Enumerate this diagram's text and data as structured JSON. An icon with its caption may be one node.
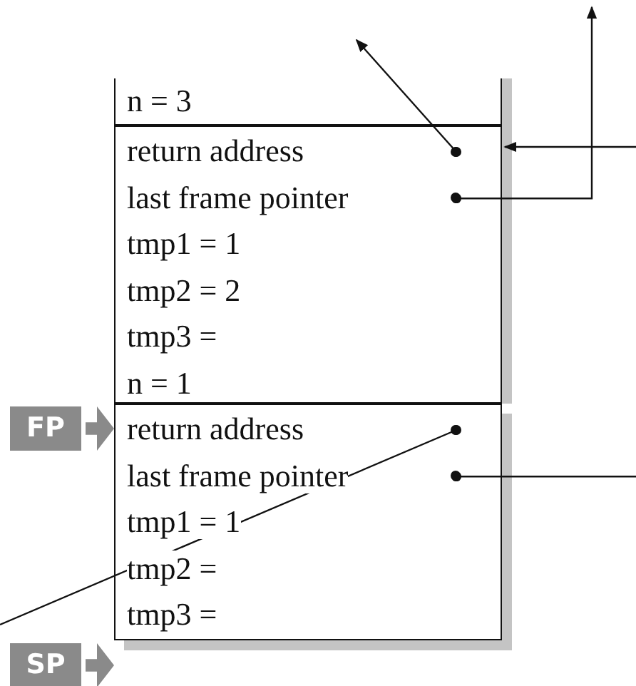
{
  "diagram": {
    "nodes": [
      {
        "text": [
          "n = 3"
        ]
      },
      {
        "text": [],
        "shape": "box"
      },
      {
        "text": [
          "return address"
        ],
        "in": 1
      },
      {
        "text": [
          "last frame pointer"
        ],
        "in": 1
      },
      {
        "text": [
          "tmp1 = 1"
        ],
        "in": 1
      },
      {
        "text": [
          "tmp2 = 2"
        ],
        "in": 1
      },
      {
        "text": [
          "tmp3 ="
        ],
        "in": 1
      },
      {
        "text": [
          "n = 1"
        ],
        "in": 1
      },
      {
        "text": [],
        "shape": "box"
      },
      {
        "text": [
          "return address"
        ],
        "in": 8
      },
      {
        "text": [
          "last frame pointer"
        ],
        "in": 8
      },
      {
        "text": [
          "tmp1 = 1"
        ],
        "in": 8
      },
      {
        "text": [
          "tmp2 ="
        ],
        "in": 8
      },
      {
        "text": [
          "tmp3 ="
        ],
        "in": 8
      },
      {
        "text": [
          "FP"
        ]
      },
      {
        "text": [
          "SP"
        ]
      }
    ],
    "edges": [
      {
        "from": 2,
        "to": null,
        "arrow": "to"
      },
      {
        "from": 3,
        "to": null,
        "arrow": "to"
      },
      {
        "from": null,
        "to": 1,
        "arrow": "to"
      },
      {
        "from": 9,
        "to": null,
        "arrow": "other"
      },
      {
        "from": 10,
        "to": null,
        "arrow": "other"
      }
    ]
  }
}
